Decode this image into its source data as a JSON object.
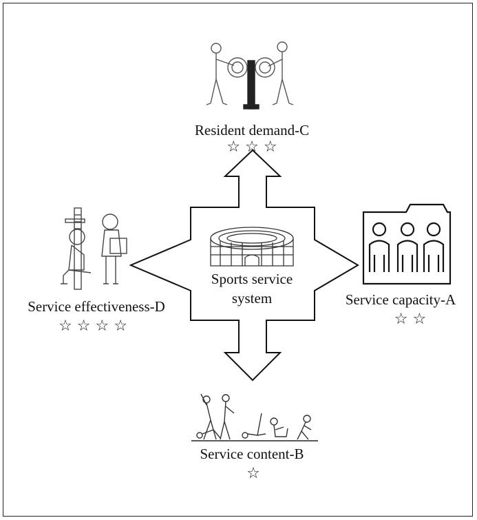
{
  "center": {
    "line1": "Sports service",
    "line2": "system"
  },
  "nodes": {
    "top": {
      "label": "Resident demand-C",
      "stars": "☆ ☆ ☆",
      "icon": "outdoor-fitness-equipment-icon"
    },
    "right": {
      "label": "Service capacity-A",
      "stars": "☆ ☆",
      "icon": "people-group-icon"
    },
    "bottom": {
      "label": "Service content-B",
      "stars": "☆",
      "icon": "gymnastics-figures-icon"
    },
    "left": {
      "label": "Service effectiveness-D",
      "stars": "☆ ☆ ☆ ☆",
      "icon": "height-measurement-icon"
    }
  },
  "icons": {
    "center": "stadium-icon"
  }
}
